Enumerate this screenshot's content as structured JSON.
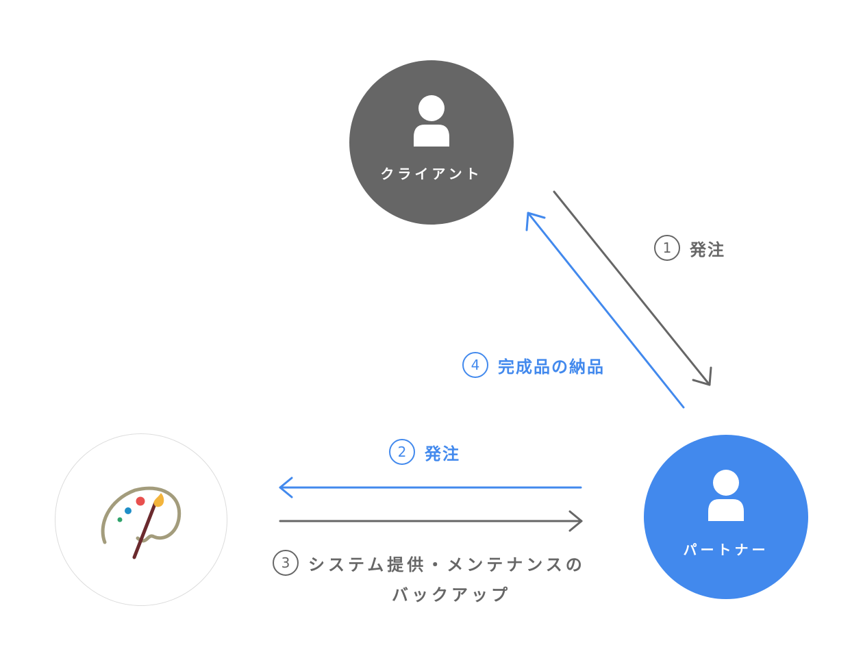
{
  "colors": {
    "gray": "#666666",
    "blue": "#4289ed",
    "white": "#ffffff",
    "palette_outline": "#a39c7c",
    "brush": "#6b2a2e",
    "dot_red": "#e8504e",
    "dot_yellow": "#f3b43c",
    "dot_blue": "#1f8ec8",
    "dot_green": "#2fa36b"
  },
  "nodes": {
    "client": {
      "label": "クライアント",
      "icon": "person-icon",
      "color": "#666666"
    },
    "partner": {
      "label": "パートナー",
      "icon": "person-icon",
      "color": "#4289ed"
    },
    "tool": {
      "icon": "paint-palette-icon"
    }
  },
  "steps": [
    {
      "number": "1",
      "label": "発注",
      "color": "#666666"
    },
    {
      "number": "2",
      "label": "発注",
      "color": "#4289ed"
    },
    {
      "number": "3",
      "label": "システム提供・メンテナンスの",
      "label_cont": "バックアップ",
      "color": "#666666"
    },
    {
      "number": "4",
      "label": "完成品の納品",
      "color": "#4289ed"
    }
  ]
}
